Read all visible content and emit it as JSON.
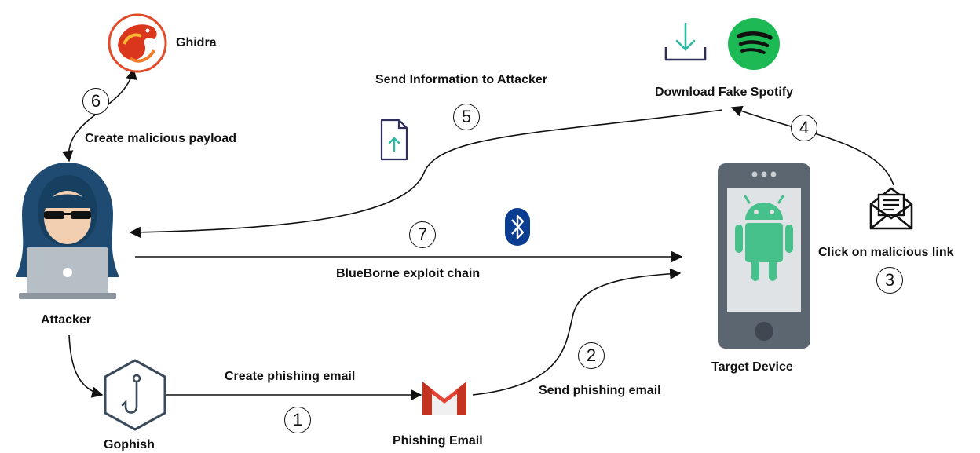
{
  "nodes": {
    "ghidra": "Ghidra",
    "attacker": "Attacker",
    "gophish": "Gophish",
    "phishing_email": "Phishing Email",
    "target_device": "Target Device",
    "download_fake_spotify": "Download Fake Spotify"
  },
  "edges": {
    "create_malicious_payload": "Create malicious payload",
    "send_info_to_attacker": "Send Information to Attacker",
    "blueborne": "BlueBorne exploit chain",
    "create_phishing_email": "Create phishing email",
    "send_phishing_email": "Send phishing email",
    "click_malicious_link": "Click on malicious link"
  },
  "steps": {
    "s1": "1",
    "s2": "2",
    "s3": "3",
    "s4": "4",
    "s5": "5",
    "s6": "6",
    "s7": "7"
  },
  "colors": {
    "arrow": "#111111",
    "spotify": "#1db954",
    "android": "#3ddc84",
    "gmail_red": "#e64335",
    "bluetooth": "#0a3d91",
    "hood": "#1f4b73",
    "phone": "#5b6670",
    "accent_teal": "#2fb8a3"
  },
  "icons": {
    "ghidra": "dragon-logo-icon",
    "spotify": "spotify-logo-icon",
    "download": "download-icon",
    "file_upload": "file-upload-icon",
    "bluetooth": "bluetooth-icon",
    "email": "open-email-icon",
    "gophish": "gophish-hook-icon",
    "gmail": "gmail-icon",
    "android": "android-robot-icon",
    "hacker": "hooded-hacker-icon"
  }
}
